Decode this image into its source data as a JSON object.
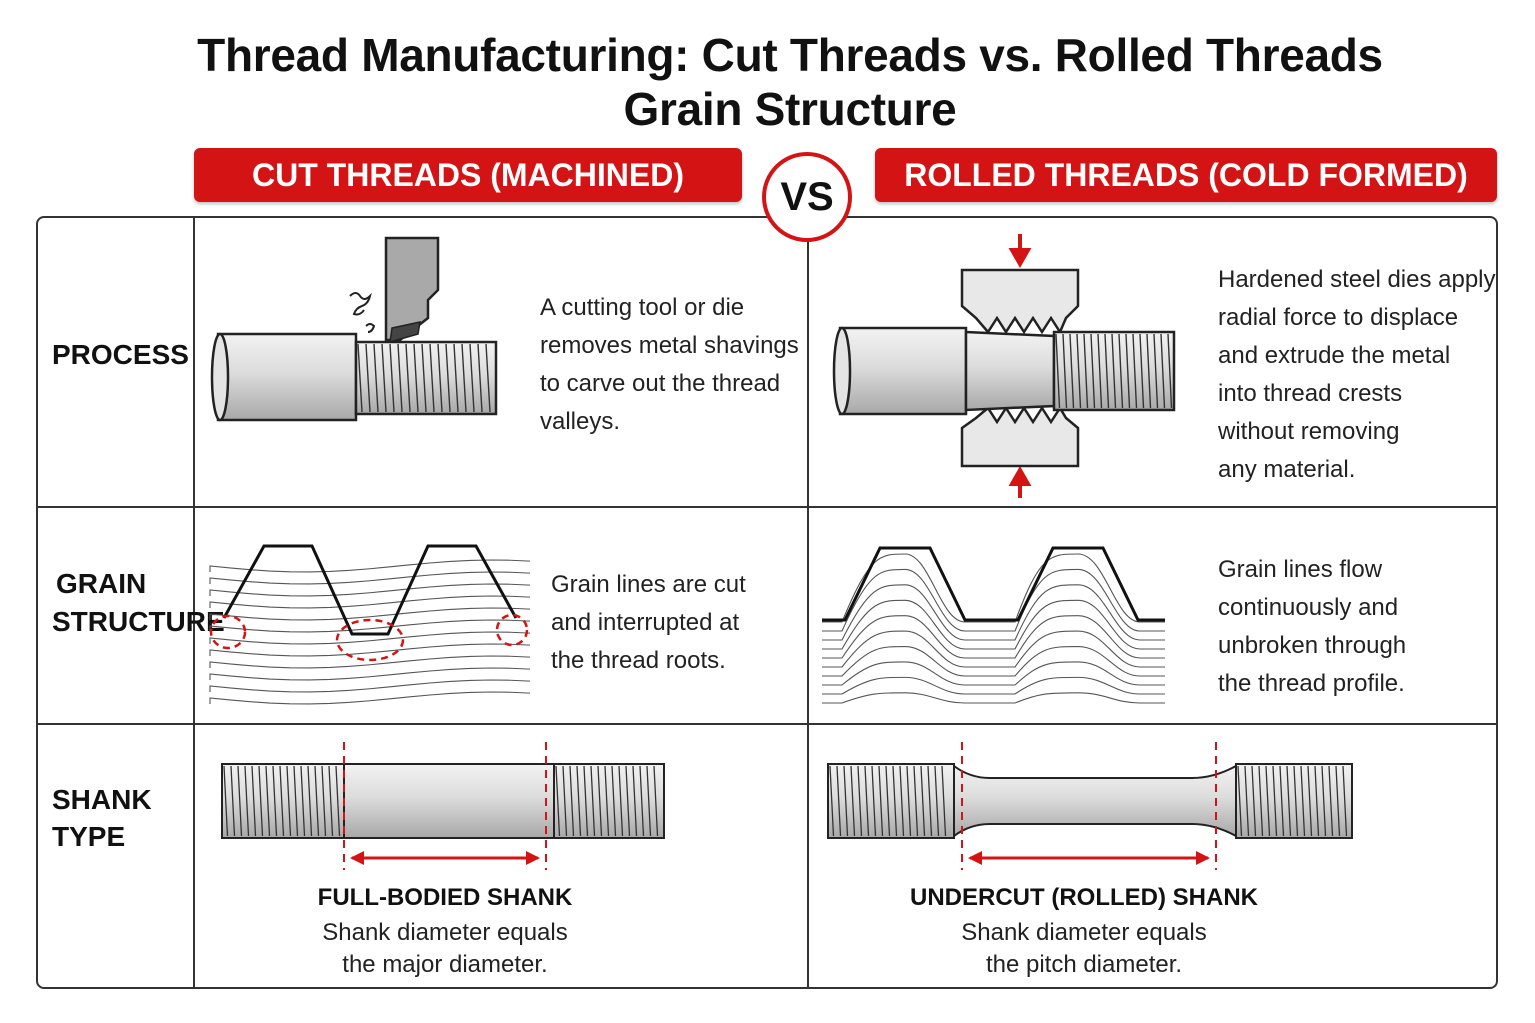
{
  "title": {
    "line1": "Thread Manufacturing: Cut Threads vs. Rolled Threads",
    "line2": "Grain Structure"
  },
  "headers": {
    "left": "CUT THREADS (MACHINED)",
    "vs": "VS",
    "right": "ROLLED THREADS (COLD FORMED)"
  },
  "rows": {
    "process": {
      "label": "PROCESS",
      "cut_lines": [
        "A cutting tool or die",
        "removes metal shavings",
        "to carve out the thread",
        "valleys."
      ],
      "rolled_lines": [
        "Hardened steel dies apply",
        "radial force to displace",
        "and extrude the metal",
        "into thread crests",
        "without removing",
        "any material."
      ]
    },
    "grain": {
      "label_line1": "GRAIN",
      "label_line2": "STRUCTURE",
      "cut_lines": [
        "Grain lines are cut",
        "and interrupted at",
        "the thread roots."
      ],
      "rolled_lines": [
        "Grain lines flow",
        "continuously and",
        "unbroken through",
        "the thread profile."
      ]
    },
    "shank": {
      "label_line1": "SHANK",
      "label_line2": "TYPE",
      "cut_title": "FULL-BODIED SHANK",
      "cut_lines": [
        "Shank diameter equals",
        "the major diameter."
      ],
      "rolled_title": "UNDERCUT (ROLLED) SHANK",
      "rolled_lines": [
        "Shank diameter equals",
        "the pitch diameter."
      ]
    }
  },
  "colors": {
    "accent": "#d41414",
    "metal": "#d9d9d9",
    "outline": "#222222",
    "grid": "#333333"
  }
}
